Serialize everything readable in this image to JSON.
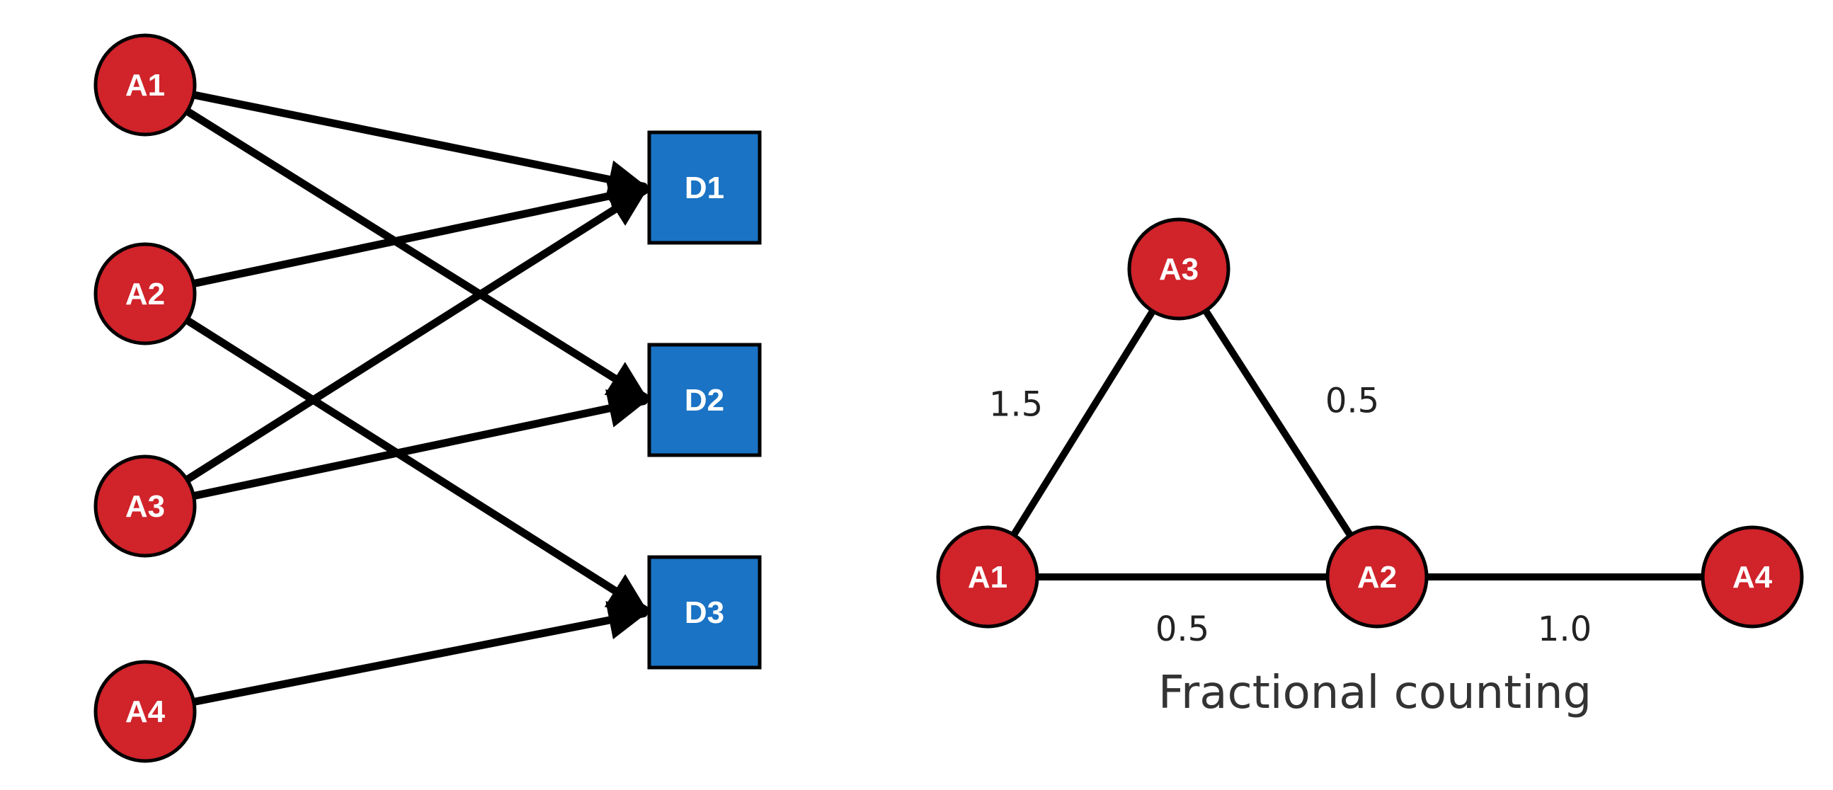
{
  "colors": {
    "author_fill": "#d0232a",
    "document_fill": "#1a73c4",
    "stroke": "#000000"
  },
  "bipartite": {
    "authors": [
      {
        "id": "A1",
        "label": "A1"
      },
      {
        "id": "A2",
        "label": "A2"
      },
      {
        "id": "A3",
        "label": "A3"
      },
      {
        "id": "A4",
        "label": "A4"
      }
    ],
    "documents": [
      {
        "id": "D1",
        "label": "D1"
      },
      {
        "id": "D2",
        "label": "D2"
      },
      {
        "id": "D3",
        "label": "D3"
      }
    ],
    "edges": [
      {
        "from": "A1",
        "to": "D1"
      },
      {
        "from": "A1",
        "to": "D2"
      },
      {
        "from": "A2",
        "to": "D1"
      },
      {
        "from": "A2",
        "to": "D3"
      },
      {
        "from": "A3",
        "to": "D1"
      },
      {
        "from": "A3",
        "to": "D2"
      },
      {
        "from": "A4",
        "to": "D3"
      }
    ]
  },
  "coauthorship": {
    "nodes": [
      {
        "id": "A1",
        "label": "A1"
      },
      {
        "id": "A2",
        "label": "A2"
      },
      {
        "id": "A3",
        "label": "A3"
      },
      {
        "id": "A4",
        "label": "A4"
      }
    ],
    "edges": [
      {
        "from": "A1",
        "to": "A3",
        "weight": "1.5"
      },
      {
        "from": "A3",
        "to": "A2",
        "weight": "0.5"
      },
      {
        "from": "A1",
        "to": "A2",
        "weight": "0.5"
      },
      {
        "from": "A2",
        "to": "A4",
        "weight": "1.0"
      }
    ],
    "caption": "Fractional counting"
  }
}
